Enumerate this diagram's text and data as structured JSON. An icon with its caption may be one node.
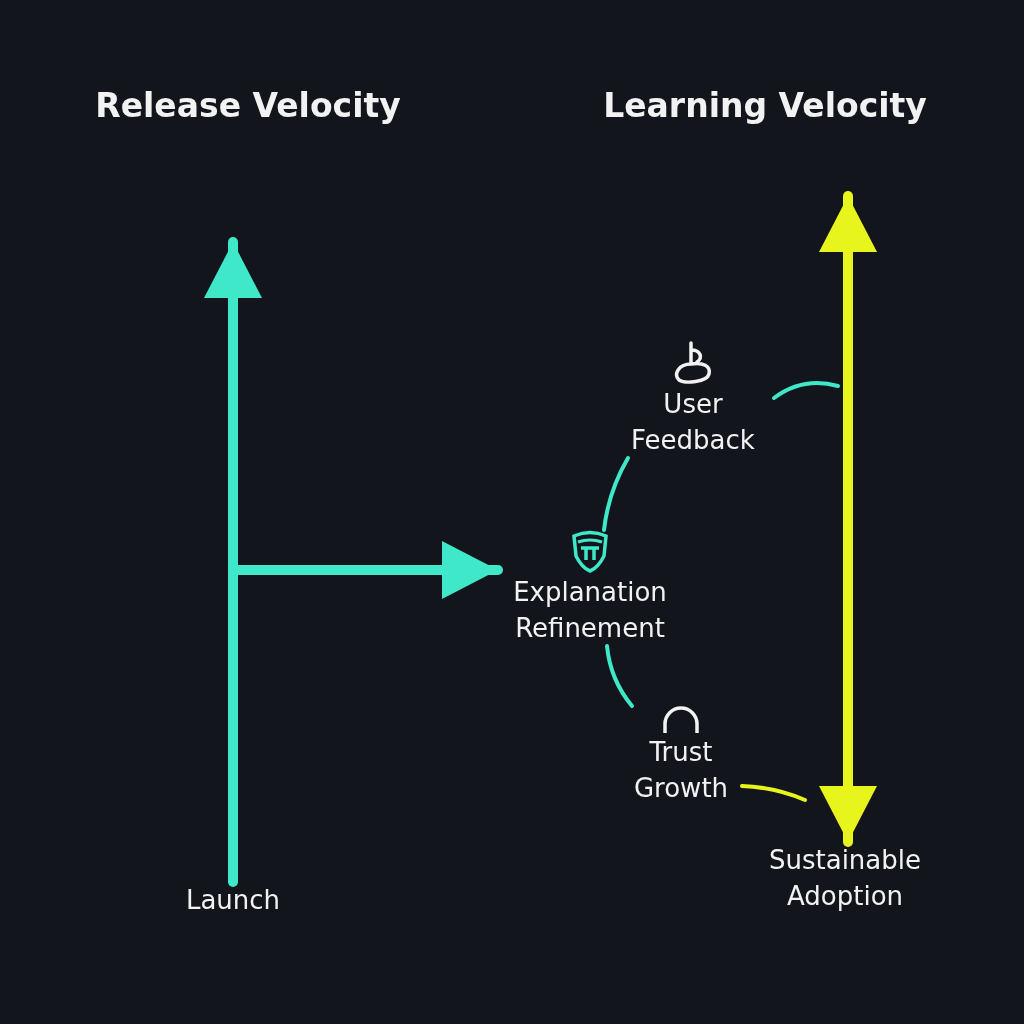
{
  "diagram": {
    "nodes": [
      {
        "text": [
          "Launch"
        ]
      },
      {
        "text": [
          "User Feedback"
        ]
      },
      {
        "text": [
          "Explanation Refinement"
        ]
      },
      {
        "text": [
          "Trust Growth"
        ]
      },
      {
        "text": [
          "Sustainable Adoption"
        ]
      }
    ],
    "edges": [
      {
        "from": 0,
        "to": null,
        "arrow": "to",
        "style": "thick"
      },
      {
        "from": null,
        "to": 2,
        "arrow": "to",
        "style": "thick"
      },
      {
        "from": 2,
        "to": 1,
        "arrow": "none"
      },
      {
        "from": 2,
        "to": 3,
        "arrow": "none"
      },
      {
        "from": 1,
        "to": null,
        "arrow": "none"
      },
      {
        "from": 3,
        "to": null,
        "arrow": "none",
        "color": "#e8f51c"
      },
      {
        "from": null,
        "to": 4,
        "arrow": "both",
        "style": "thick",
        "color": "#e8f51c"
      }
    ],
    "labels": [
      "Release Velocity",
      "Learning Velocity"
    ]
  }
}
